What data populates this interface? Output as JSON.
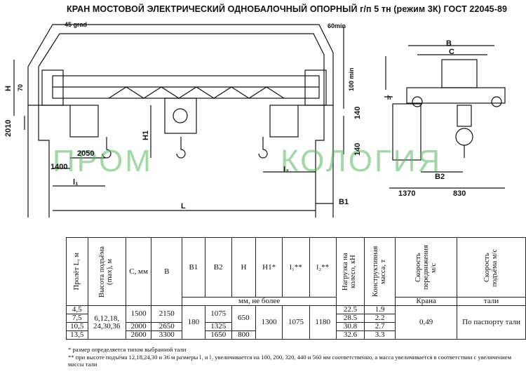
{
  "title": "КРАН МОСТОВОЙ ЭЛЕКТРИЧЕСКИЙ ОДНОБАЛОЧНЫЙ ОПОРНЫЙ г/п 5 тн (режим 3К) ГОСТ 22045-89",
  "drawing_labels": {
    "angle": "45 grad",
    "min60": "60min",
    "min100": "100 min",
    "h_big": "H",
    "d70": "70",
    "d2010": "2010",
    "h1": "H1",
    "d140a": "140",
    "d140b": "140",
    "d2050": "2050",
    "d1400": "1400",
    "l1": "l₁",
    "l2": "l₂",
    "L": "L",
    "B1": "B1",
    "B": "B",
    "C": "C",
    "h_small": "h",
    "B2": "B2",
    "d1370": "1370",
    "d830": "830"
  },
  "watermark": {
    "left": "ПРОМ",
    "right": "КОЛОГИЯ",
    "color": "#58b85d"
  },
  "table": {
    "headers": {
      "span": "Пролёт L, м",
      "lift": "Высота подъёма (max), м",
      "c": "C, мм",
      "b": "B",
      "b1": "B1",
      "b2": "B2",
      "h": "H",
      "h1": "H1*",
      "l1": "l₁**",
      "l2": "l₂**",
      "load": "Нагрузка на колесо, кН",
      "mass": "Конструктивная масса, т",
      "speed_move": "Скорость передвижения м/с",
      "speed_lift": "Скорость подъёма м/с",
      "note_mm": "мм, не более",
      "crane": "Крана",
      "hoist": "тали"
    },
    "spans": [
      "4,5",
      "7,5",
      "10,5",
      "13,5"
    ],
    "lift_heights": "6,12,18, 24,30,36",
    "c_values": [
      "1500",
      "2000",
      "2600"
    ],
    "b_values": [
      "2150",
      "2650",
      "3300"
    ],
    "b1_value": "180",
    "b2_values": [
      "1075",
      "1325",
      "1650"
    ],
    "h_values": [
      "650",
      "800"
    ],
    "h1_value": "1300",
    "l1_value": "1075",
    "l2_value": "1180",
    "loads": [
      "22.5",
      "28.5",
      "30.8",
      "32.6"
    ],
    "masses": [
      "1.9",
      "2.2",
      "2.7",
      "3.3"
    ],
    "speed_crane": "0,49",
    "speed_hoist": "По паспорту тали"
  },
  "notes": {
    "n1": "* размер определяется типом выбранной тали",
    "n2": "** при высоте подъёма 12,18,24,30 и 36 м размеры l₁ и l₂ увеличивается на 100, 200, 320, 440 и 560 мм соответственно, а масса увеличивается в соответствии с увеличением массы тали"
  }
}
